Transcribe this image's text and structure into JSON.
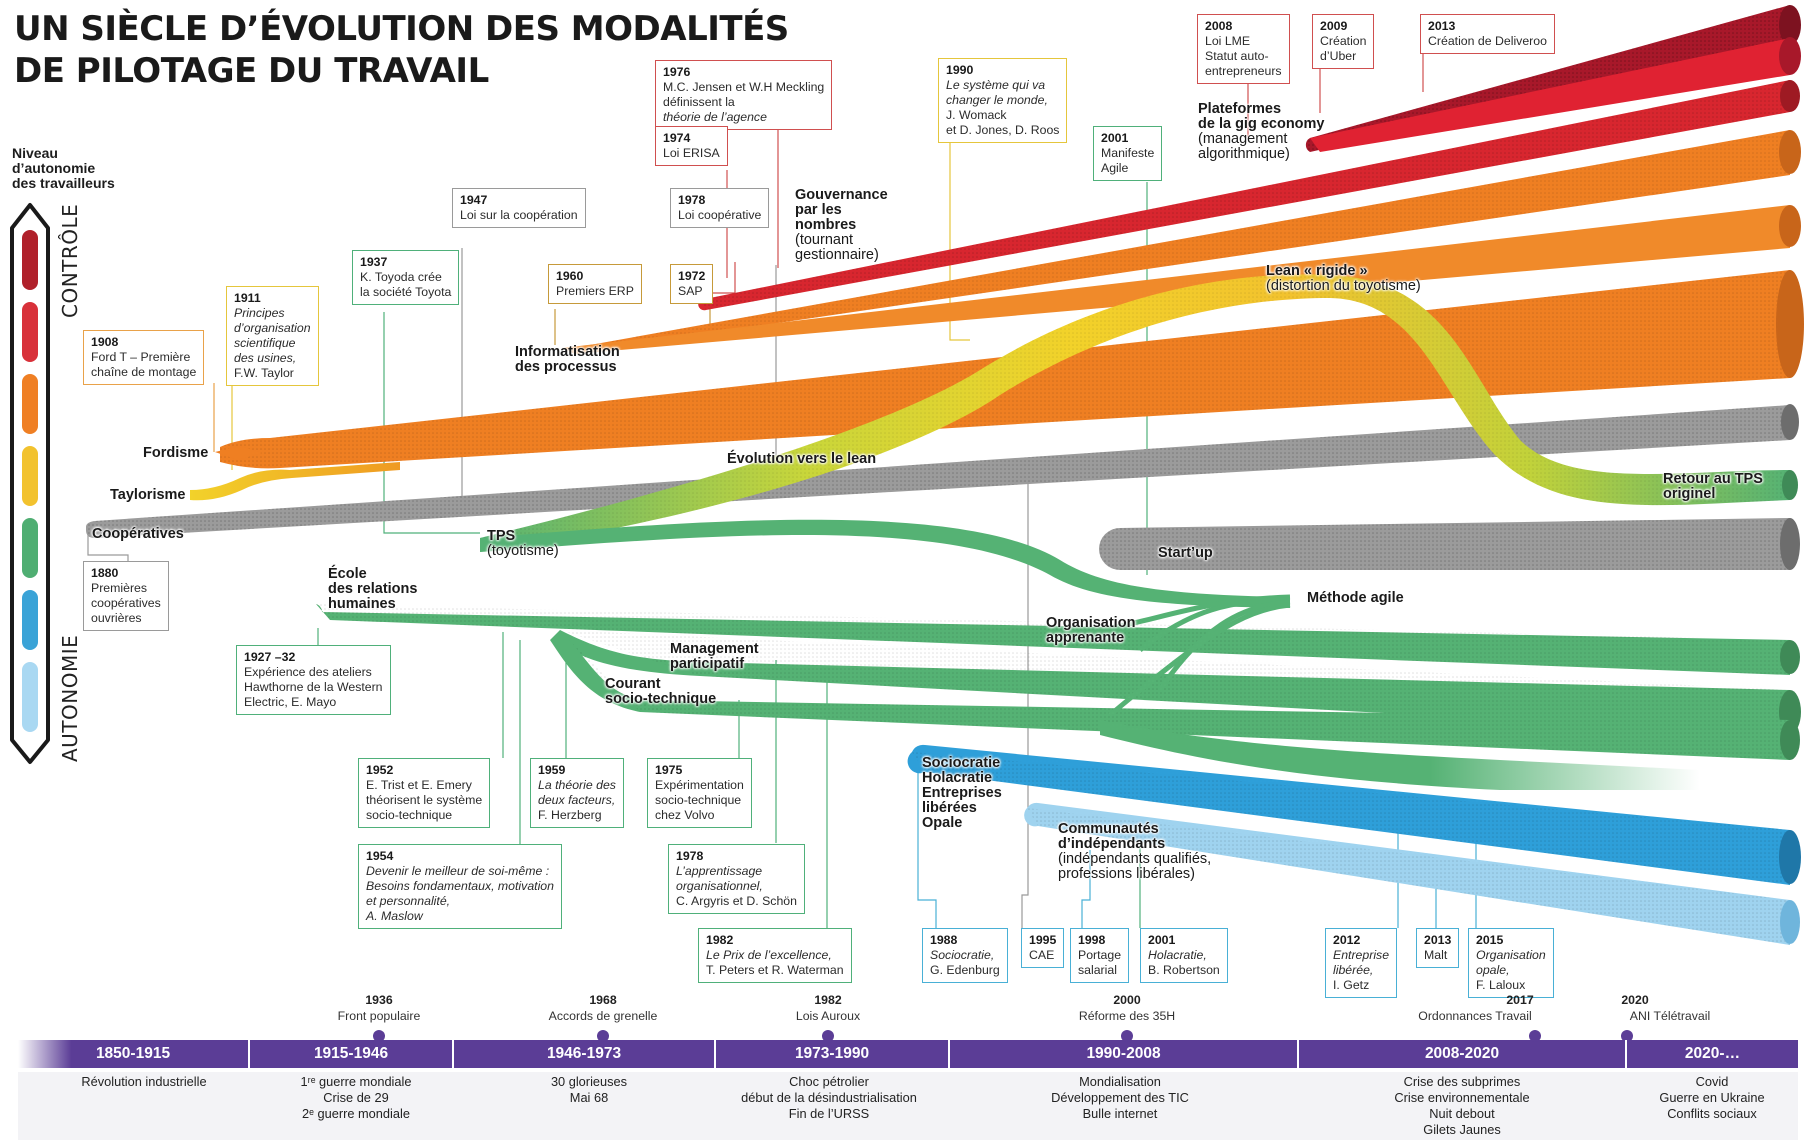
{
  "title": {
    "line1": "UN SIÈCLE D’ÉVOLUTION DES MODALITÉS",
    "line2": "DE PILOTAGE DU TRAVAIL"
  },
  "axis": {
    "label_lines": [
      "Niveau",
      "d’autonomie",
      "des travailleurs"
    ],
    "top": "CONTRÔLE",
    "bottom": "AUTONOMIE",
    "scale_colors": [
      "#b0202a",
      "#d8313a",
      "#ef7f24",
      "#f2c22e",
      "#4fae72",
      "#3aa3d7",
      "#a9d8f2"
    ]
  },
  "colors": {
    "red": "#c71f2b",
    "orange": "#ef7f22",
    "gray": "#8d8d8d",
    "green": "#55b274",
    "blue": "#2e9fd9",
    "lightblue": "#9fd3ef",
    "yellow": "#f2d22a",
    "purple": "#5b3d96"
  },
  "streams": {
    "fordisme": "Fordisme",
    "taylorisme": "Taylorisme",
    "cooperatives": "Coopératives",
    "informatisation": [
      "Informatisation",
      "des processus"
    ],
    "gouvernance": [
      "Gouvernance",
      "par les",
      "nombres"
    ],
    "gouvernance_sub": [
      "(tournant",
      "gestionnaire)"
    ],
    "gig": [
      "Plateformes",
      "de la gig economy"
    ],
    "gig_sub": [
      "(management",
      "algorithmique)"
    ],
    "lean_rigide": "Lean « rigide »",
    "lean_rigide_sub": "(distortion du toyotisme)",
    "evolution_lean": "Évolution vers le lean",
    "tps": "TPS",
    "tps_sub": "(toyotisme)",
    "retour_tps": [
      "Retour au TPS",
      "originel"
    ],
    "startup": "Start’up",
    "ecole": [
      "École",
      "des relations",
      "humaines"
    ],
    "methode_agile": "Méthode agile",
    "organisation_apprenante": [
      "Organisation",
      "apprenante"
    ],
    "management_participatif": [
      "Management",
      "participatif"
    ],
    "courant": [
      "Courant",
      "socio-technique"
    ],
    "sociocratie": [
      "Sociocratie",
      "Holacratie",
      "Entreprises",
      "libérées",
      "Opale"
    ],
    "communautes": [
      "Communautés",
      "d’indépendants"
    ],
    "communautes_sub": [
      "(indépendants qualifiés,",
      "professions libérales)"
    ]
  },
  "events": [
    {
      "year": "2008",
      "text": "Loi LME\nStatut auto-\nentrepreneurs"
    },
    {
      "year": "2009",
      "text": "Création\nd’Uber"
    },
    {
      "year": "2013",
      "text": "Création de Deliveroo"
    },
    {
      "year": "1976",
      "text": "M.C. Jensen et W.H Meckling\ndéfinissent la ",
      "italic": "théorie de l’agence"
    },
    {
      "year": "1974",
      "text": "Loi ERISA"
    },
    {
      "year": "1990",
      "italic": "Le système qui va\nchanger le monde,",
      "text": "J. Womack\net D. Jones, D. Roos"
    },
    {
      "year": "2001",
      "text": "Manifeste\nAgile"
    },
    {
      "year": "1947",
      "text": "Loi sur la coopération"
    },
    {
      "year": "1978",
      "text": "Loi coopérative"
    },
    {
      "year": "1937",
      "text": "K. Toyoda crée\nla société Toyota"
    },
    {
      "year": "1960",
      "text": "Premiers ERP"
    },
    {
      "year": "1972",
      "text": "SAP"
    },
    {
      "year": "1911",
      "italic": "Principes\nd’organisation\nscientifique\ndes usines,",
      "text": "F.W. Taylor"
    },
    {
      "year": "1908",
      "text": "Ford T – Première\nchaîne de montage"
    },
    {
      "year": "1880",
      "text": "Premières\ncoopératives\nouvrières"
    },
    {
      "year": "1927 –32",
      "text": "Expérience des ateliers\nHawthorne de la Western\nElectric, E. Mayo"
    },
    {
      "year": "1952",
      "text": "E. Trist et E. Emery\nthéorisent le système\nsocio-technique"
    },
    {
      "year": "1959",
      "italic": "La théorie des\ndeux facteurs,",
      "text": "F. Herzberg"
    },
    {
      "year": "1975",
      "text": "Expérimentation\nsocio-technique\nchez Volvo"
    },
    {
      "year": "1954",
      "italic": "Devenir le meilleur de soi-même :\nBesoins fondamentaux, motivation\net personnalité,",
      "text": " A. Maslow"
    },
    {
      "year": "1978",
      "italic": "L’apprentissage\norganisationnel,",
      "text": "C. Argyris et D. Schön"
    },
    {
      "year": "1982",
      "italic": "Le Prix de l’excellence,",
      "text": "T. Peters et R. Waterman"
    },
    {
      "year": "1988",
      "italic": "Sociocratie,",
      "text": "G. Edenburg"
    },
    {
      "year": "1995",
      "text": "CAE"
    },
    {
      "year": "1998",
      "text": "Portage\nsalarial"
    },
    {
      "year": "2001",
      "italic": "Holacratie,",
      "text": "B. Robertson"
    },
    {
      "year": "2012",
      "italic": "Entreprise\nlibérée,",
      "text": "I. Getz"
    },
    {
      "year": "2013",
      "text": "Malt"
    },
    {
      "year": "2015",
      "italic": "Organisation\nopale,",
      "text": "F. Laloux"
    }
  ],
  "timeline_events": [
    {
      "year": "1936",
      "label": "Front populaire"
    },
    {
      "year": "1968",
      "label": "Accords de grenelle"
    },
    {
      "year": "1982",
      "label": "Lois Auroux"
    },
    {
      "year": "2000",
      "label": "Réforme des 35H"
    },
    {
      "year": "2017",
      "label": "Ordonnances Travail"
    },
    {
      "year": "2020",
      "label": "ANI Télétravail"
    }
  ],
  "periods": [
    {
      "label": "1850-1915",
      "context": [
        "Révolution industrielle"
      ]
    },
    {
      "label": "1915-1946",
      "context": [
        "1ʳᵉ guerre mondiale",
        "Crise de 29",
        "2ᵉ guerre mondiale"
      ]
    },
    {
      "label": "1946-1973",
      "context": [
        "30 glorieuses",
        "Mai 68"
      ]
    },
    {
      "label": "1973-1990",
      "context": [
        "Choc pétrolier",
        "début de la désindustrialisation",
        "Fin de l’URSS"
      ]
    },
    {
      "label": "1990-2008",
      "context": [
        "Mondialisation",
        "Développement des TIC",
        "Bulle internet"
      ]
    },
    {
      "label": "2008-2020",
      "context": [
        "Crise des subprimes",
        "Crise environnementale",
        "Nuit debout",
        "Gilets Jaunes"
      ]
    },
    {
      "label": "2020-…",
      "context": [
        "Covid",
        "Guerre en Ukraine",
        "Conflits sociaux"
      ]
    }
  ]
}
